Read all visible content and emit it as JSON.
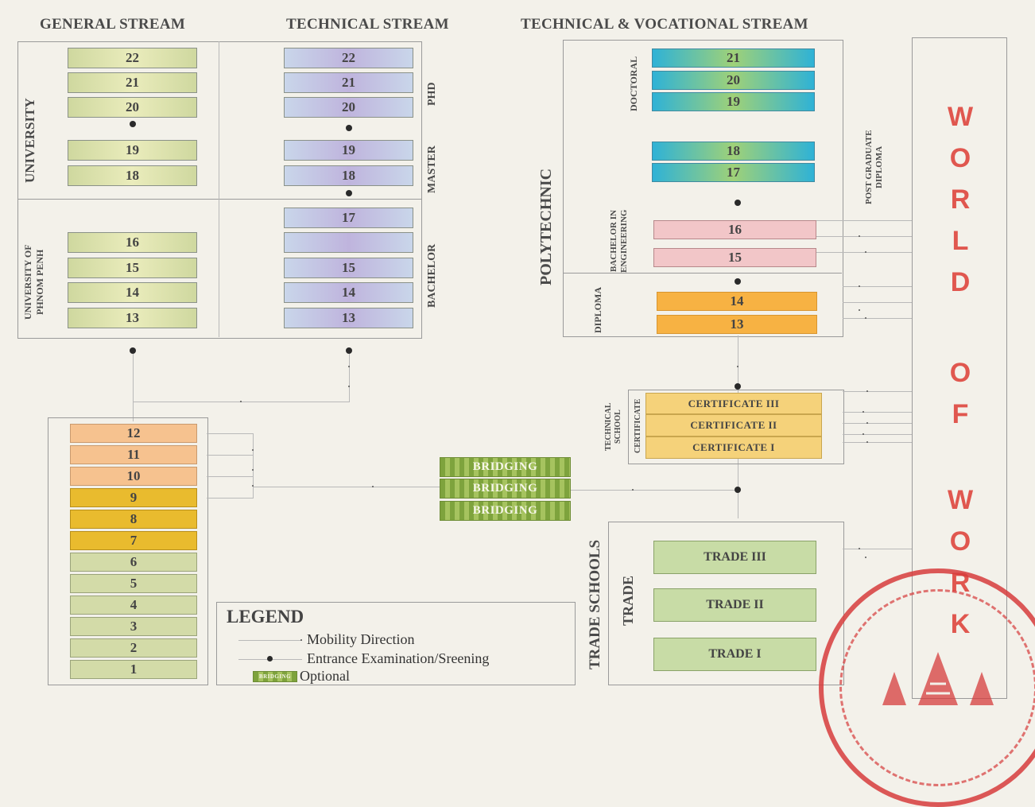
{
  "headers": {
    "general": "GENERAL STREAM",
    "technical": "TECHNICAL STREAM",
    "tvet": "TECHNICAL & VOCATIONAL STREAM"
  },
  "labels": {
    "university": "UNIVERSITY",
    "upp1": "UNIVERSITY OF",
    "upp2": "PHNOM PENH",
    "phd": "PHD",
    "master": "MASTER",
    "bachelor": "BACHELOR",
    "polytechnic": "POLYTECHNIC",
    "doctoral": "DOCTORAL",
    "bie1": "BACHELOR IN",
    "bie2": "ENGINEERING",
    "diploma": "DIPLOMA",
    "pgd1": "POST GRADUATE",
    "pgd2": "DIPLOMA",
    "ts1": "TECHNICAL",
    "ts2": "SCHOOL",
    "cert": "CERTIFICATE",
    "trade_schools": "TRADE SCHOOLS",
    "trade": "TRADE"
  },
  "general_grades": {
    "g22": "22",
    "g21": "21",
    "g20": "20",
    "g19": "19",
    "g18": "18",
    "g16": "16",
    "g15": "15",
    "g14": "14",
    "g13": "13"
  },
  "technical_grades": {
    "t22": "22",
    "t21": "21",
    "t20": "20",
    "t19": "19",
    "t18": "18",
    "t17": "17",
    "t16": "",
    "t15": "15",
    "t14": "14",
    "t13": "13"
  },
  "polytechnic_grades": {
    "p21": "21",
    "p20": "20",
    "p19": "19",
    "p18": "18",
    "p17": "17",
    "p16": "16",
    "p15": "15",
    "p14": "14",
    "p13": "13"
  },
  "school_grades": {
    "s12": "12",
    "s11": "11",
    "s10": "10",
    "s9": "9",
    "s8": "8",
    "s7": "7",
    "s6": "6",
    "s5": "5",
    "s4": "4",
    "s3": "3",
    "s2": "2",
    "s1": "1"
  },
  "certificates": {
    "c3": "CERTIFICATE III",
    "c2": "CERTIFICATE II",
    "c1": "CERTIFICATE I"
  },
  "bridging": {
    "b1": "BRIDGING",
    "b2": "BRIDGING",
    "b3": "BRIDGING"
  },
  "trades": {
    "t3": "TRADE III",
    "t2": "TRADE II",
    "t1": "TRADE I"
  },
  "world_of_work": {
    "w1": "W",
    "w2": "O",
    "w3": "R",
    "w4": "L",
    "w5": "D",
    "w6": "O",
    "w7": "F",
    "w8": "W",
    "w9": "O",
    "w10": "R",
    "w11": "K"
  },
  "legend": {
    "title": "LEGEND",
    "mobility": "Mobility Direction",
    "exam": "Entrance Examination/Sreening",
    "optional": "Optional",
    "swatch": "BRIDGING"
  },
  "colors": {
    "stamp": "#d63c3c",
    "world_of_work": "#e0574f"
  }
}
